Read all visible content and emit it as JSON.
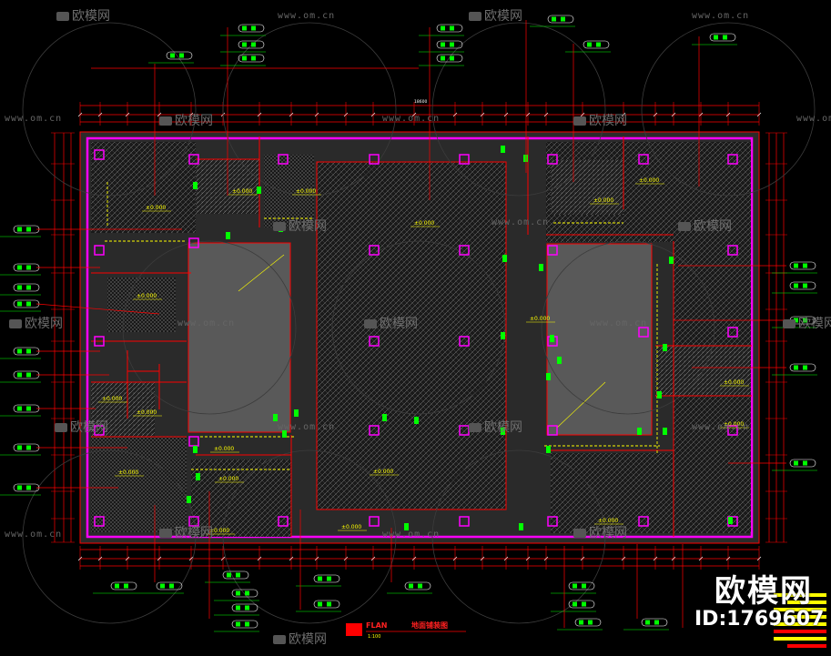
{
  "watermark": {
    "brand": "欧模网",
    "url": "www.om.cn",
    "url_short": "om.cn"
  },
  "logo": {
    "brand_large": "欧模网",
    "id": "ID:1769607"
  },
  "drawing": {
    "title": "地面铺装图",
    "scale_label": "1:100",
    "level_labels": [
      "±0.000",
      "±0.000",
      "±0.000",
      "±0.000",
      "±0.000",
      "±0.000",
      "±0.000",
      "±0.000",
      "±0.000",
      "±0.000",
      "±0.000",
      "±0.000",
      "±0.000",
      "±0.000",
      "±0.000",
      "±0.000",
      "±0.000",
      "±0.000",
      "±0.000"
    ],
    "top_dimension": "18600",
    "colors": {
      "wall": "#ff00ff",
      "line": "#ff0000",
      "marker": "#00ff00",
      "text": "#ffff00",
      "hatch": "#9a9a9a",
      "core": "#595959"
    }
  }
}
